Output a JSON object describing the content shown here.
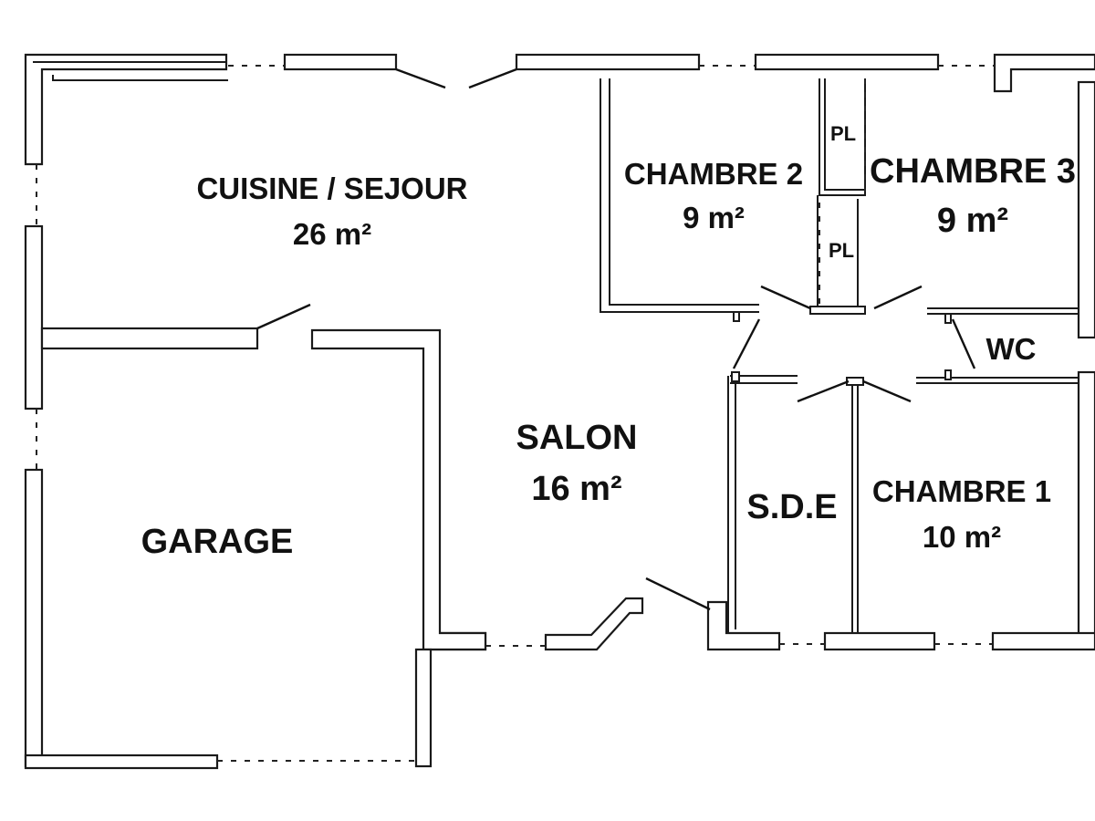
{
  "rooms": {
    "cuisine_sejour": {
      "name": "CUISINE / SEJOUR",
      "area": "26 m²"
    },
    "chambre2": {
      "name": "CHAMBRE 2",
      "area": "9 m²"
    },
    "chambre3": {
      "name": "CHAMBRE 3",
      "area": "9 m²"
    },
    "placard_upper": {
      "name": "PL"
    },
    "placard_lower": {
      "name": "PL"
    },
    "wc": {
      "name": "WC"
    },
    "salon": {
      "name": "SALON",
      "area": "16 m²"
    },
    "sde": {
      "name": "S.D.E"
    },
    "chambre1": {
      "name": "CHAMBRE 1",
      "area": "10 m²"
    },
    "garage": {
      "name": "GARAGE"
    }
  }
}
